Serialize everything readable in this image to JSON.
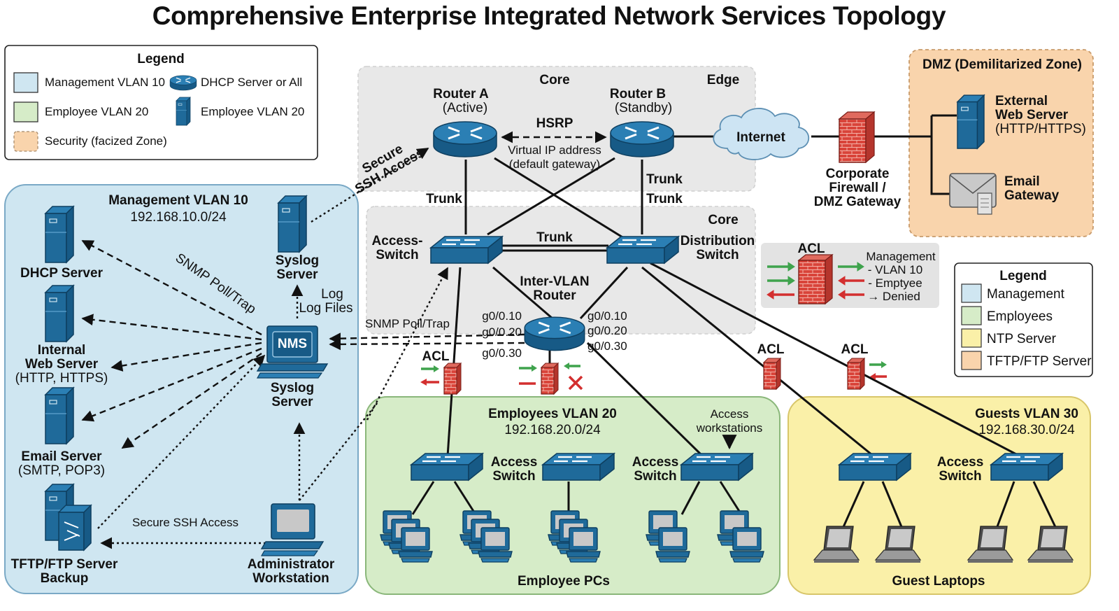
{
  "title": "Comprehensive Enterprise Integrated Network Services Topology",
  "colors": {
    "device_blue": "#1f6a9a",
    "management_zone": "#cfe6f1",
    "employee_zone": "#d6ecc8",
    "guest_zone": "#faf0a8",
    "dmz_zone": "#f9d4ac",
    "core_zone": "#e8e8e8",
    "firewall_red": "#d9443a",
    "allow_green": "#3fa34d",
    "deny_red": "#d32f2f"
  },
  "legend_top": {
    "heading": "Legend",
    "items": [
      {
        "swatch": "management",
        "label": "Management VLAN 10"
      },
      {
        "swatch": "employee",
        "label": "Employee VLAN 20"
      },
      {
        "swatch": "security",
        "label": "Security (facized Zone)"
      },
      {
        "icon": "router-icon",
        "label": "DHCP Server or All"
      },
      {
        "icon": "server-icon",
        "label": "Employee VLAN 20"
      }
    ]
  },
  "legend_right": {
    "heading": "Legend",
    "items": [
      {
        "swatch": "management",
        "label": "Management"
      },
      {
        "swatch": "employee",
        "label": "Employees"
      },
      {
        "swatch": "ntp",
        "label": "NTP Server"
      },
      {
        "swatch": "tftp",
        "label": "TFTP/FTP Server"
      }
    ]
  },
  "core_edge": {
    "core_label": "Core",
    "edge_label": "Edge",
    "router_a": {
      "name": "Router A",
      "state": "(Active)"
    },
    "router_b": {
      "name": "Router B",
      "state": "(Standby)"
    },
    "hsrp_label": "HSRP",
    "vip_line1": "Virtual IP address",
    "vip_line2": "(default gateway)",
    "trunk_label": "Trunk",
    "secure_ssh_line1": "Secure",
    "secure_ssh_line2": "SSH Access"
  },
  "distribution": {
    "core_label": "Core",
    "access_switch_line1": "Access-",
    "access_switch_line2": "Switch",
    "dist_switch_line1": "Distribution",
    "dist_switch_line2": "Switch",
    "trunk_label": "Trunk",
    "intervlan_line1": "Inter-VLAN",
    "intervlan_line2": "Router",
    "subifs_left": [
      "g0/0.10",
      "g0/0.20",
      "g0/0.30"
    ],
    "subifs_right": [
      "g0/0.10",
      "g0/0.20",
      "g0/0.30"
    ],
    "snmp_label": "SNMP Poll/Trap"
  },
  "internet": {
    "label": "Internet"
  },
  "firewall": {
    "line1": "Corporate",
    "line2": "Firewall /",
    "line3": "DMZ Gateway"
  },
  "dmz": {
    "heading": "DMZ (Demilitarized Zone)",
    "web_server": {
      "line1": "External",
      "line2": "Web Server",
      "line3": "(HTTP/HTTPS)"
    },
    "email_gateway": {
      "line1": "Email",
      "line2": "Gateway"
    }
  },
  "acl_panel": {
    "heading": "ACL",
    "line1": "Management",
    "line2": "- VLAN 10",
    "line3": "- Emptyee",
    "line4": "→ Denied"
  },
  "acl_label": "ACL",
  "management_vlan": {
    "heading": "Management VLAN 10",
    "subnet": "192.168.10.0/24",
    "dhcp_server": "DHCP Server",
    "internal_web_line1": "Internal",
    "internal_web_line2": "Web Server",
    "internal_web_line3": "(HTTP, HTTPS)",
    "email_server_line1": "Email Server",
    "email_server_line2": "(SMTP, POP3)",
    "tftp_line1": "TFTP/FTP Server",
    "tftp_line2": "Backup",
    "syslog_top_line1": "Syslog",
    "syslog_top_line2": "Server",
    "log_line1": "Log",
    "log_line2": "Log Files",
    "snmp_label": "SNMP Poll/Trap",
    "nms_label": "NMS",
    "syslog_bottom_line1": "Syslog",
    "syslog_bottom_line2": "Server",
    "secure_ssh": "Secure SSH Access",
    "admin_line1": "Administrator",
    "admin_line2": "Workstation"
  },
  "employees_vlan": {
    "heading": "Employees VLAN 20",
    "subnet": "192.168.20.0/24",
    "access_ws_line1": "Access",
    "access_ws_line2": "workstations",
    "access_switch_line1": "Access",
    "access_switch_line2": "Switch",
    "footer": "Employee PCs"
  },
  "guests_vlan": {
    "heading": "Guests VLAN 30",
    "subnet": "192.168.30.0/24",
    "access_switch_line1": "Access",
    "access_switch_line2": "Switch",
    "footer": "Guest Laptops"
  }
}
